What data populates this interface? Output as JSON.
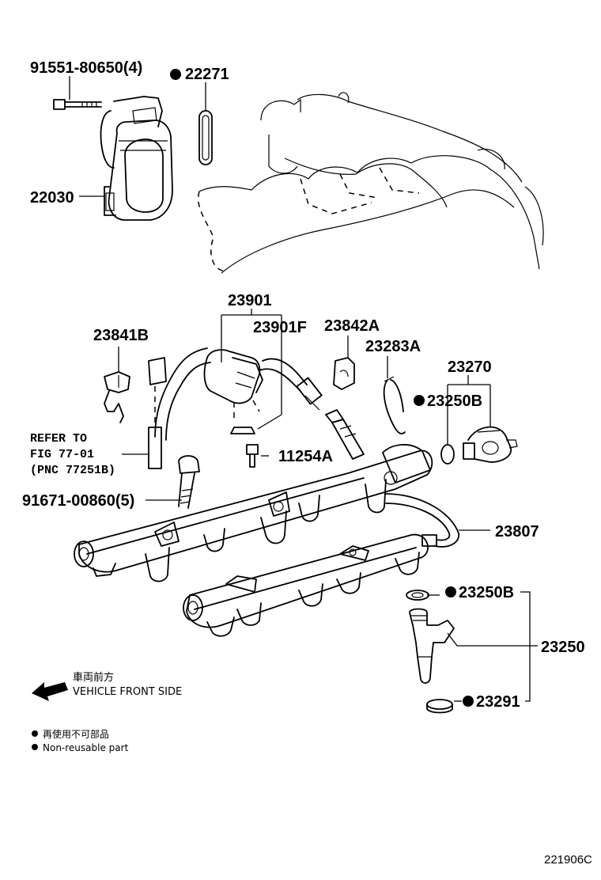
{
  "callouts": {
    "bolt_throttle": "91551-80650(4)",
    "gasket": "22271",
    "throttle_body": "22030",
    "hose_assy": "23901",
    "hose_f": "23901F",
    "clip_b": "23841B",
    "clip_a": "23842A",
    "retainer": "23283A",
    "damper": "23270",
    "oring_damper": "23250B",
    "plug": "11254A",
    "bolt_rail": "91671-00860(5)",
    "fuel_pipe": "23807",
    "oring_injector": "23250B",
    "injector": "23250",
    "insulator": "23291"
  },
  "refer": {
    "line1": "REFER TO",
    "line2": "FIG 77-01",
    "line3": "(PNC 77251B)"
  },
  "direction": {
    "jp": "車両前方",
    "en": "VEHICLE FRONT SIDE"
  },
  "legend": {
    "jp": "再使用不可部品",
    "en": "Non-reusable part"
  },
  "figure_code": "221906C"
}
